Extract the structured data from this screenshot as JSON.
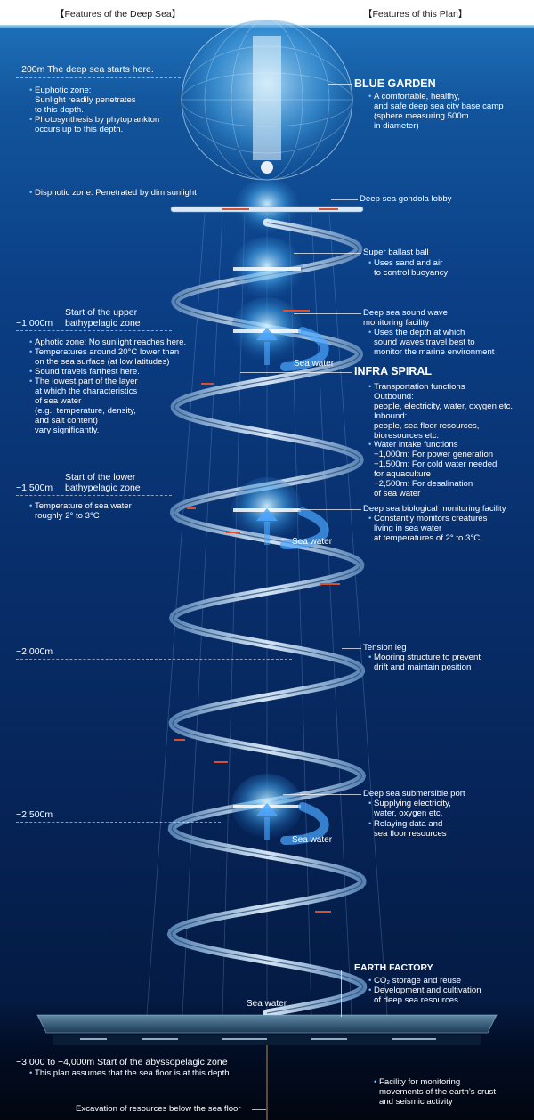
{
  "headers": {
    "left": "【Features of the Deep Sea】",
    "right": "【Features of this Plan】"
  },
  "depths": {
    "d200": "−200m   The deep sea starts here.",
    "d1000": "−1,000m",
    "d1000_zone": "Start of the upper\nbathypelagic zone",
    "d1500": "−1,500m",
    "d1500_zone": "Start of the lower\nbathypelagic zone",
    "d2000": "−2,000m",
    "d2500": "−2,500m",
    "d3000": "−3,000 to −4,000m   Start of the abyssopelagic zone"
  },
  "left_notes": {
    "euphotic": "Euphotic zone:\nSunlight readily penetrates\nto this depth.",
    "photosynthesis": "Photosynthesis by phytoplankton\noccurs up to this depth.",
    "disphotic": "Disphotic zone: Penetrated by dim sunlight",
    "aphotic": "Aphotic zone: No sunlight reaches here.",
    "temp20": "Temperatures around 20°C lower than\non the sea surface (at low latitudes)",
    "sound": "Sound travels farthest here.",
    "lowest": "The lowest part of the layer\nat which the characteristics\nof sea water\n(e.g., temperature, density,\nand salt content)\nvary significantly.",
    "temp2": "Temperature of sea water\nroughly 2° to 3°C",
    "seafloor_assume": "This plan assumes that the sea floor is at this depth.",
    "excavation": "Excavation of resources below the sea floor"
  },
  "right_notes": {
    "blue_garden_title": "BLUE GARDEN",
    "blue_garden_desc": "A comfortable, healthy,\nand safe deep sea city base camp\n(sphere measuring 500m\nin diameter)",
    "gondola": "Deep sea gondola lobby",
    "ballast_title": "Super ballast ball",
    "ballast_desc": "Uses sand and air\nto control buoyancy",
    "sound_title": "Deep sea sound wave\nmonitoring facility",
    "sound_desc": "Uses the depth at which\nsound waves travel best to\nmonitor the marine environment",
    "infra_title": "INFRA SPIRAL",
    "transport": "Transportation functions\nOutbound:\npeople, electricity, water, oxygen etc.\nInbound:\npeople, sea floor resources,\nbioresources etc.",
    "water_intake": "Water intake functions\n−1,000m: For power generation\n−1,500m: For cold water needed\n               for aquaculture\n−2,500m: For desalination\n               of sea water",
    "bio_title": "Deep sea biological monitoring facility",
    "bio_desc": "Constantly monitors creatures\nliving in sea water\nat temperatures of 2° to 3°C.",
    "tension_title": "Tension leg",
    "tension_desc": "Mooring structure to prevent\ndrift and maintain position",
    "port_title": "Deep sea submersible port",
    "port_desc1": "Supplying electricity,\nwater, oxygen etc.",
    "port_desc2": "Relaying data and\nsea floor resources",
    "earth_title": "EARTH FACTORY",
    "earth_desc1": "CO₂ storage and reuse",
    "earth_desc2": "Development and cultivation\nof deep sea resources",
    "crust": "Facility for monitoring\nmovements of the earth’s crust\nand seismic activity"
  },
  "water_labels": {
    "w1": "Sea water",
    "w2": "Sea water",
    "w3": "Sea water",
    "w4": "Sea water"
  },
  "colors": {
    "accent": "#7fc6ff",
    "deep": "#062458",
    "surface": "#1d6fb8"
  }
}
